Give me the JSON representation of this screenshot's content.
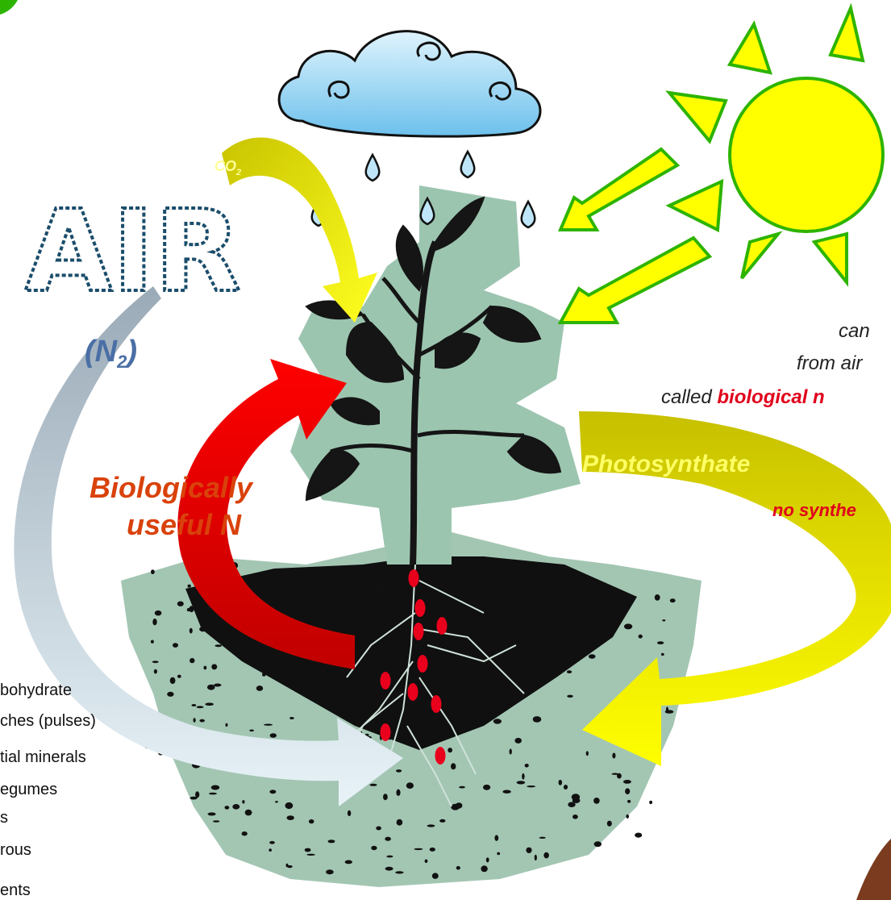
{
  "labels": {
    "air_word": "AIR",
    "n2": "(N",
    "n2_sub": "2",
    "n2_close": ")",
    "co2": "CO",
    "co2_sub": "2",
    "bio_useful_1": "Biologically",
    "bio_useful_2": "useful N",
    "photosynthate": "Photosynthate",
    "no_synthetic": "no synthe",
    "fixation_line1": "can",
    "fixation_line2": "from air",
    "fixation_line3_prefix": "called ",
    "fixation_line3_bold": "biological n"
  },
  "left_list": [
    "bohydrate",
    "ches (pulses)",
    "tial minerals",
    "egumes",
    "s",
    "rous",
    "ents"
  ],
  "colors": {
    "sun_fill": "#ffff00",
    "sun_stroke": "#2db400",
    "leaf_dark": "#151515",
    "plant_halo": "#9cc5b0",
    "soil_bg": "#a3c6b3",
    "red_arrow": "#e00000",
    "yellow_arrow": "#c8c200",
    "bright_yellow": "#ffff00",
    "gray_arrow": "#a9b8c4",
    "nodule_red": "#e8001c",
    "cloud_blue": "#7ac8ee",
    "drop_blue": "#2b8ed6"
  }
}
